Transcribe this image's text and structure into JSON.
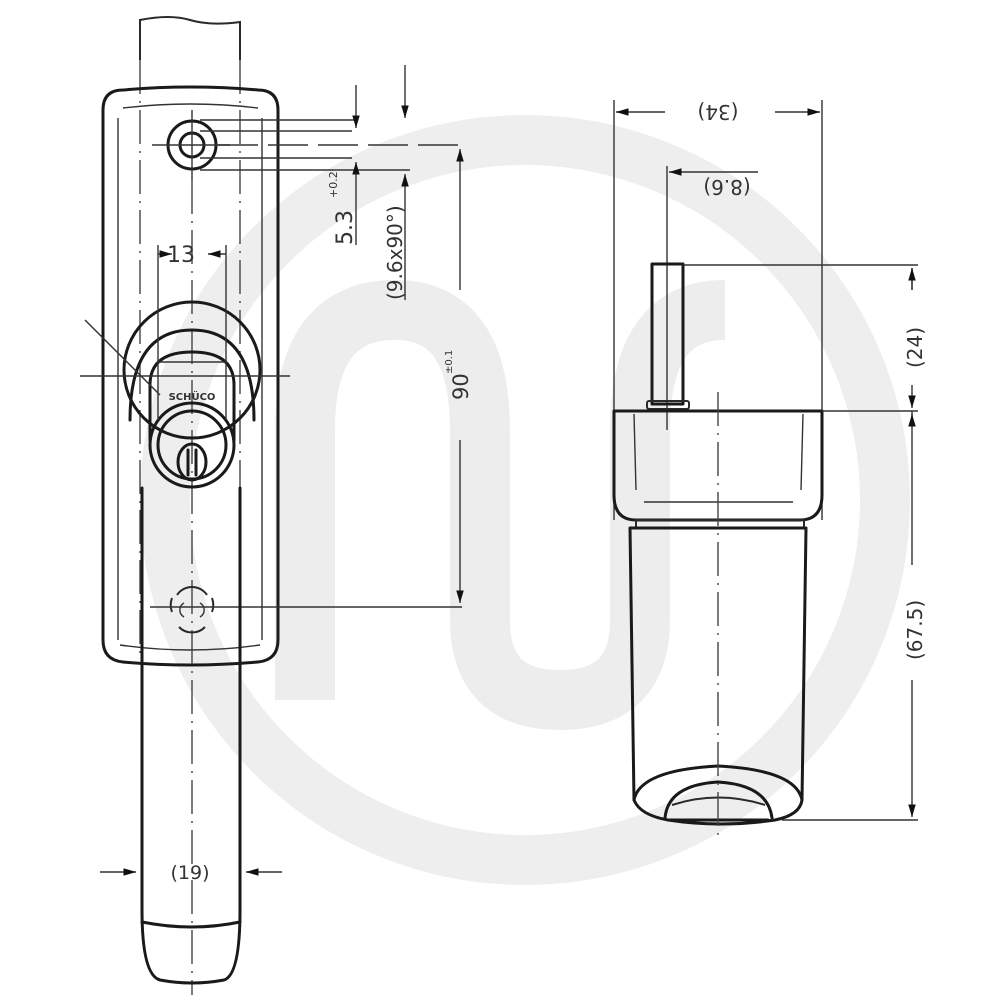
{
  "drawing": {
    "subject": "Locking window handle technical drawing",
    "watermark": {
      "shape": "m-logo",
      "color": "#ececec"
    },
    "line_color": "#1a1a1a",
    "front_view": {
      "brand_mark": "SCHÜCO",
      "dimensions": {
        "key_width": "13",
        "hole_offset": "5.3",
        "hole_offset_tol": "+0.2",
        "countersink": "(9.6x90°)",
        "fixing_centres": "90",
        "fixing_centres_tol": "±0.1",
        "handle_width": "(19)"
      }
    },
    "side_view": {
      "dimensions": {
        "overall_depth": "(34)",
        "spindle_offset": "(8.6)",
        "spindle_length": "(24)",
        "body_height": "(67.5)"
      }
    }
  }
}
